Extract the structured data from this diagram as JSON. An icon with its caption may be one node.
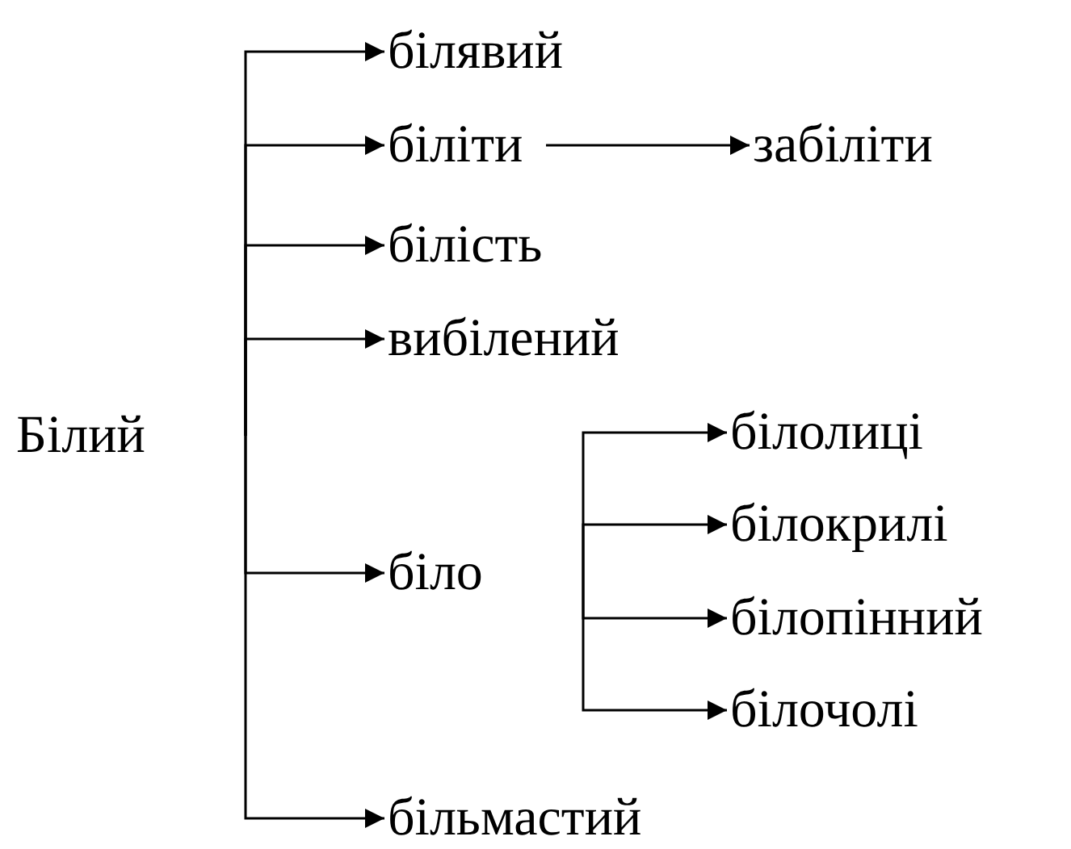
{
  "diagram": {
    "nodes": [
      {
        "text": [
          "Білий"
        ]
      },
      {
        "text": [
          "білявий"
        ]
      },
      {
        "text": [
          "біліти"
        ]
      },
      {
        "text": [
          "забіліти"
        ]
      },
      {
        "text": [
          "білість"
        ]
      },
      {
        "text": [
          "вибілений"
        ]
      },
      {
        "text": [
          "біло"
        ]
      },
      {
        "text": [
          "білолиці"
        ]
      },
      {
        "text": [
          "білокрилі"
        ]
      },
      {
        "text": [
          "білопінний"
        ]
      },
      {
        "text": [
          "білочолі"
        ]
      },
      {
        "text": [
          "більмастий"
        ]
      }
    ],
    "edges": [
      {
        "from": 0,
        "to": 1,
        "arrow": "to"
      },
      {
        "from": 0,
        "to": 2,
        "arrow": "to"
      },
      {
        "from": 2,
        "to": 3,
        "arrow": "to"
      },
      {
        "from": 0,
        "to": 4,
        "arrow": "to"
      },
      {
        "from": 0,
        "to": 5,
        "arrow": "to"
      },
      {
        "from": 0,
        "to": 6,
        "arrow": "to"
      },
      {
        "from": 6,
        "to": 7,
        "arrow": "to"
      },
      {
        "from": 6,
        "to": 8,
        "arrow": "to"
      },
      {
        "from": 6,
        "to": 9,
        "arrow": "to"
      },
      {
        "from": 6,
        "to": 10,
        "arrow": "to"
      },
      {
        "from": 0,
        "to": 11,
        "arrow": "to"
      }
    ]
  }
}
